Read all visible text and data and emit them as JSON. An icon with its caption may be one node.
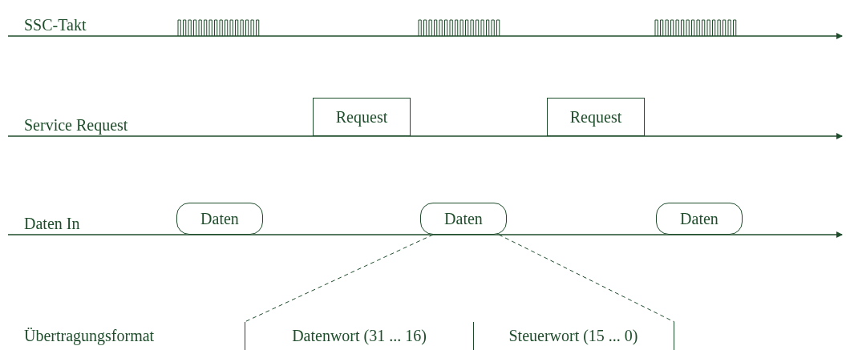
{
  "diagram": {
    "nodes": [
      {
        "text": [
          "Request"
        ]
      },
      {
        "text": [
          "Request"
        ]
      },
      {
        "text": [
          "Daten"
        ]
      },
      {
        "text": [
          "Daten"
        ]
      },
      {
        "text": [
          "Daten"
        ]
      },
      {
        "text": [
          "Datenwort (31 ... 16)"
        ]
      },
      {
        "text": [
          "Steuerwort (15 ... 0)"
        ]
      }
    ],
    "edges": [
      {
        "from": 3,
        "to": 5,
        "arrow": "none",
        "style": "dashed"
      },
      {
        "from": 3,
        "to": 6,
        "arrow": "none",
        "style": "dashed"
      }
    ],
    "labels": [
      "SSC-Takt",
      "Service Request",
      "Daten In",
      "Übertragungsformat"
    ]
  }
}
